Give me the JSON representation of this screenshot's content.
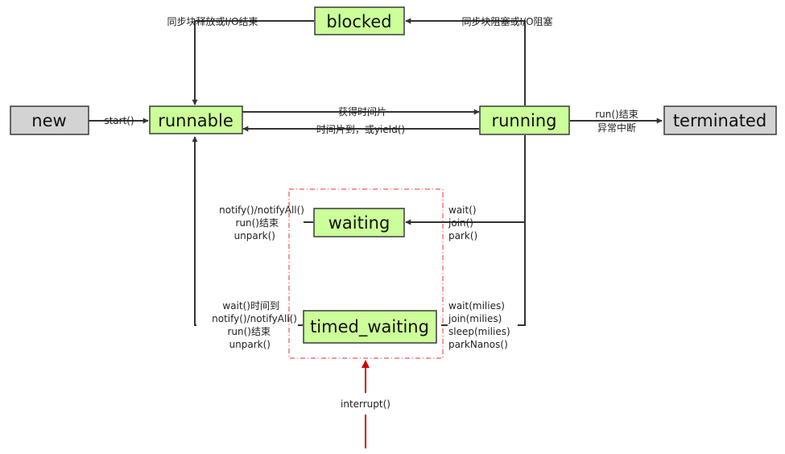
{
  "colors": {
    "active_state_fill": "#ccff99",
    "terminal_state_fill": "#d3d3d3",
    "line": "#333333",
    "interrupt_arrow": "#d20000",
    "dashed_group_border": "#e8313a"
  },
  "states": {
    "new": "new",
    "runnable": "runnable",
    "running": "running",
    "blocked": "blocked",
    "terminated": "terminated",
    "waiting": "waiting",
    "timed_waiting": "timed_waiting"
  },
  "transitions": {
    "start": "start()",
    "runnable_to_running": "获得时间片",
    "running_to_runnable": "时间片到，或yield()",
    "running_to_blocked": "同步块阻塞或I/O阻塞",
    "blocked_to_runnable": "同步块释放或I/O结束",
    "running_to_terminated": [
      "run()结束",
      "异常中断"
    ],
    "running_to_waiting": [
      "wait()",
      "join()",
      "park()"
    ],
    "waiting_to_runnable": [
      "notify()/notifyAll()",
      "run()结束",
      "unpark()"
    ],
    "running_to_timed_waiting": [
      "wait(milies)",
      "join(milies)",
      "sleep(milies)",
      "parkNanos()"
    ],
    "timed_waiting_to_runnable": [
      "wait()时间到",
      "notify()/notifyAll()",
      "run()结束",
      "unpark()"
    ],
    "interrupt": "interrupt()"
  }
}
